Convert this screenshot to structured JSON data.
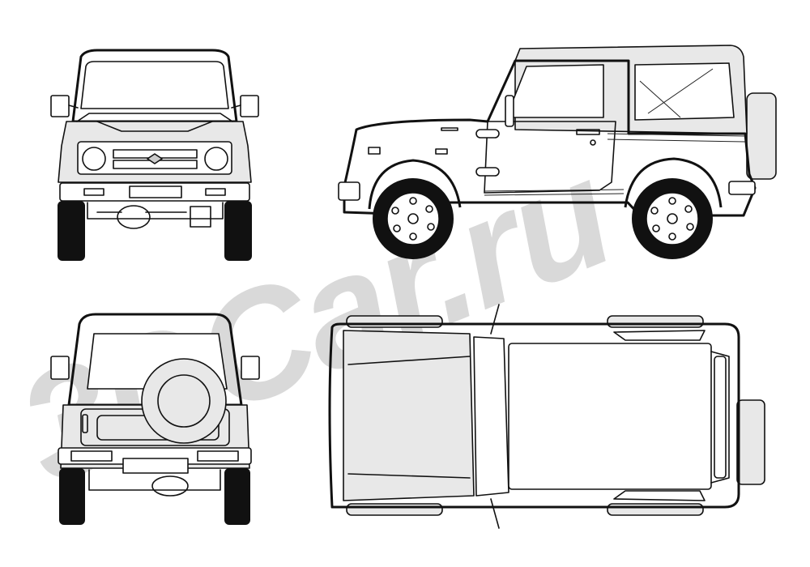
{
  "watermark": {
    "text": "3DCar.ru",
    "color": "#d9d9d9"
  },
  "colors": {
    "line": "#111111",
    "body_fill": "#e8e8e8",
    "glass_fill": "#ffffff",
    "background": "#ffffff"
  },
  "views": [
    {
      "id": "front",
      "label": "front-view"
    },
    {
      "id": "side",
      "label": "side-view"
    },
    {
      "id": "rear",
      "label": "rear-view"
    },
    {
      "id": "top",
      "label": "top-view"
    }
  ]
}
